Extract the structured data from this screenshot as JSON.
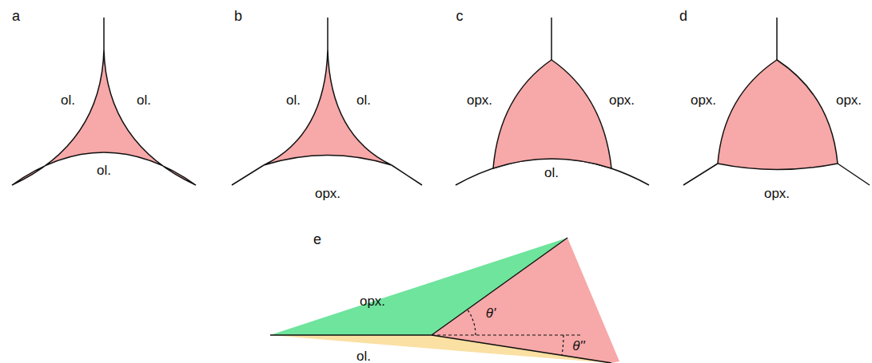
{
  "diagram": {
    "labels": [
      "a",
      "ol.",
      "ol.",
      "ol.",
      "b",
      "ol.",
      "ol.",
      "opx.",
      "c",
      "opx.",
      "opx.",
      "ol.",
      "d",
      "opx.",
      "opx.",
      "opx.",
      "e",
      "opx.",
      "θ'",
      "ol.",
      "θ''"
    ]
  }
}
